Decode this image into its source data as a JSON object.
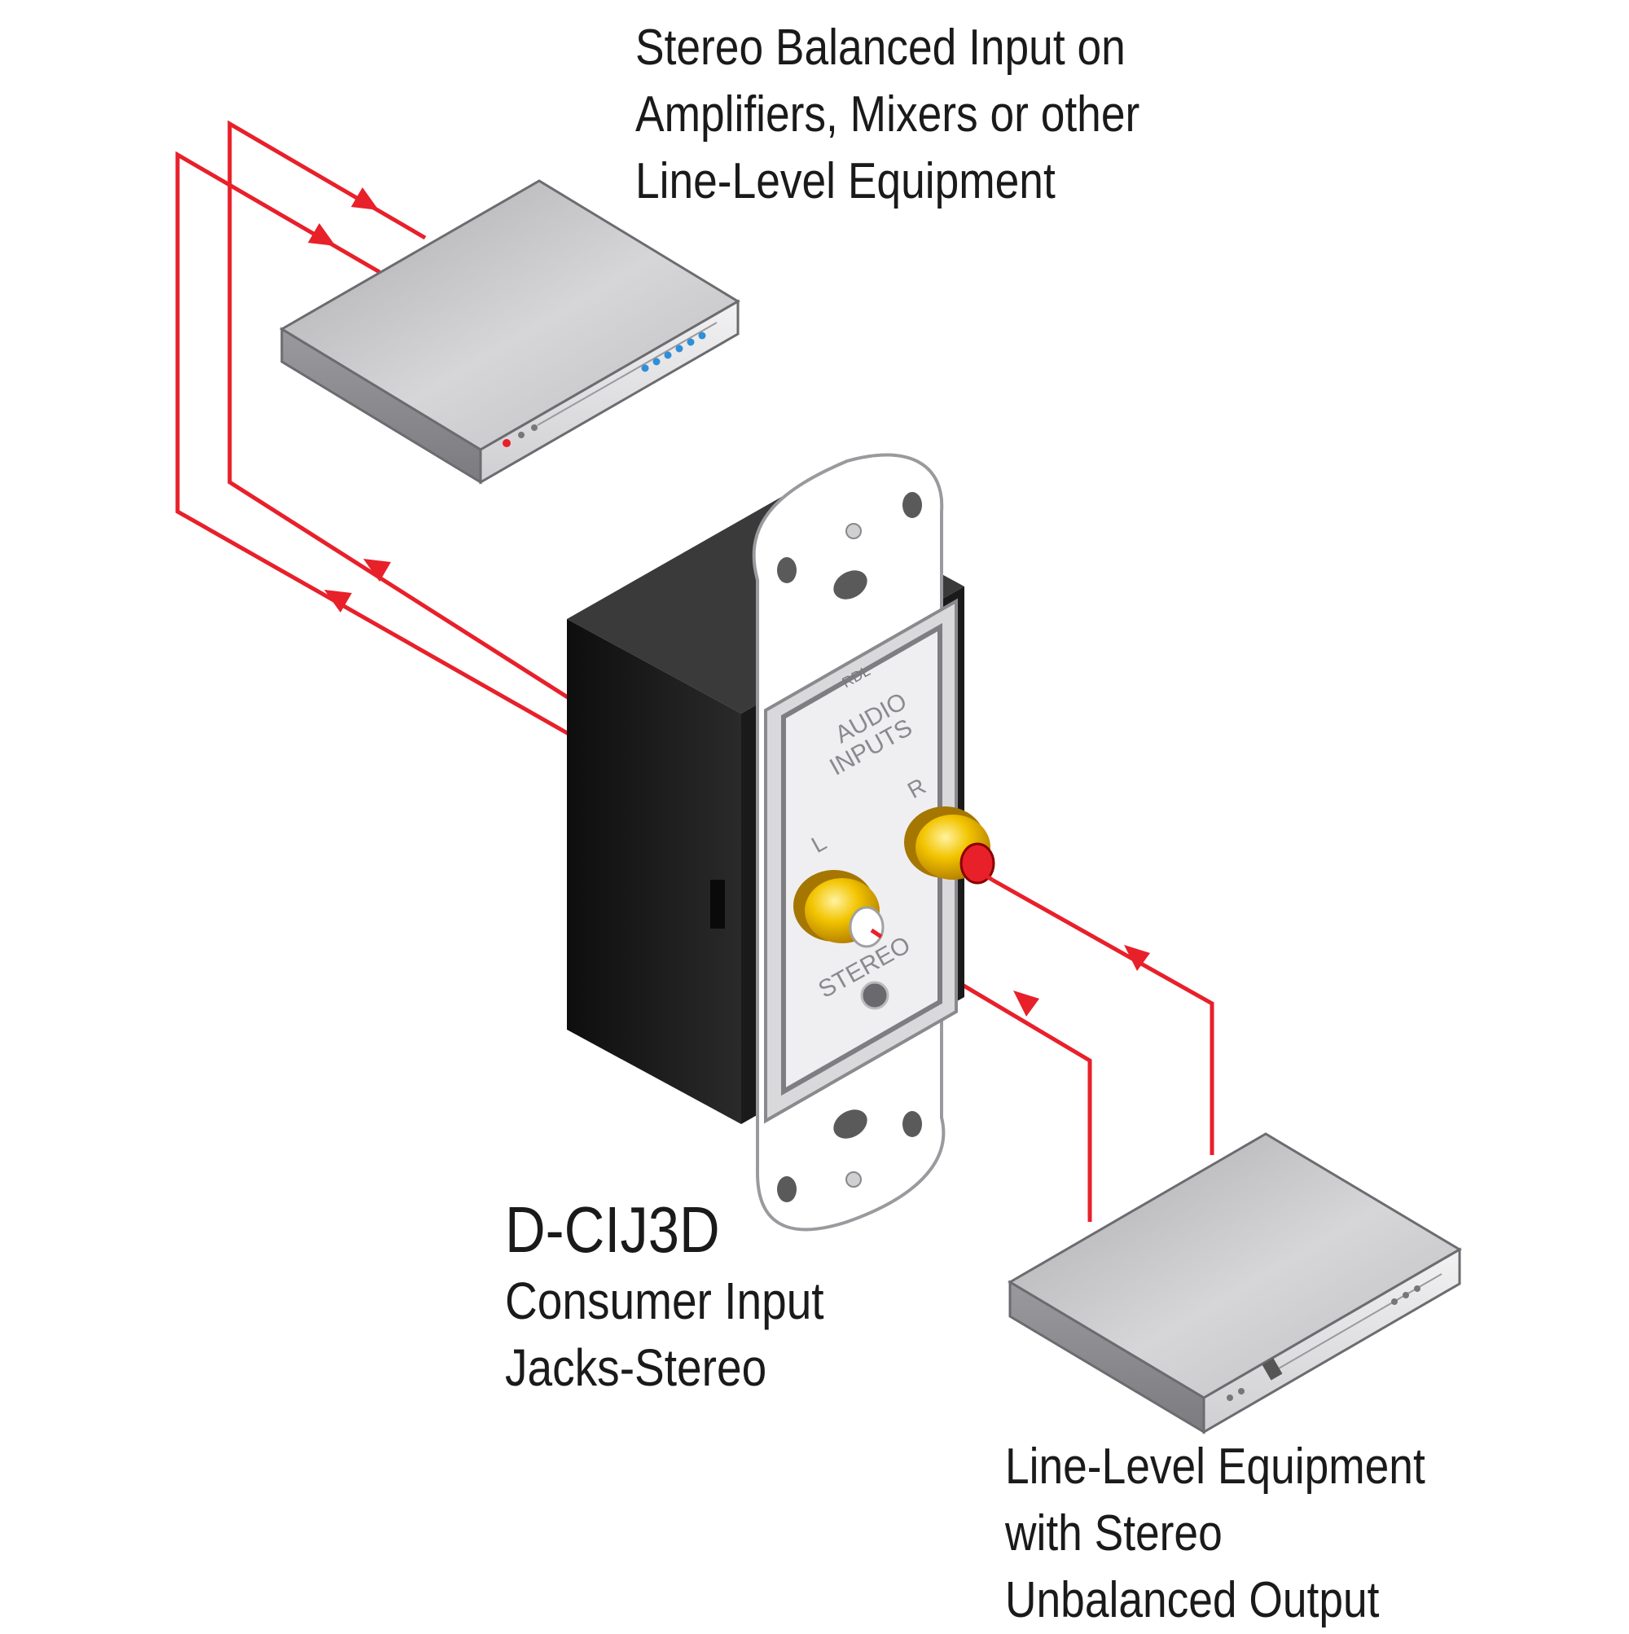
{
  "colors": {
    "signal_wire": "#e8202a",
    "device_top": "#c9c9cb",
    "device_front": "#e3e3e5",
    "backbox": "#1d1d1d",
    "plate": "#ffffff",
    "jack_gold": "#e8b800",
    "text": "#1a1a1a"
  },
  "labels": {
    "destination": [
      "Stereo Balanced Input on",
      "Amplifiers, Mixers or other",
      "Line-Level Equipment"
    ],
    "model_code": "D-CIJ3D",
    "model_name": [
      "Consumer Input",
      "Jacks-Stereo"
    ],
    "source": [
      "Line-Level Equipment",
      "with Stereo",
      "Unbalanced Output"
    ]
  },
  "plate": {
    "brand": "RDL",
    "title": [
      "AUDIO",
      "INPUTS"
    ],
    "jack_left": "L",
    "jack_right": "R",
    "stereo": "STEREO"
  },
  "icons": {
    "wire_arrow": "arrow-icon",
    "wall_plate": "wall-plate-icon",
    "equipment": "rack-device-icon"
  }
}
